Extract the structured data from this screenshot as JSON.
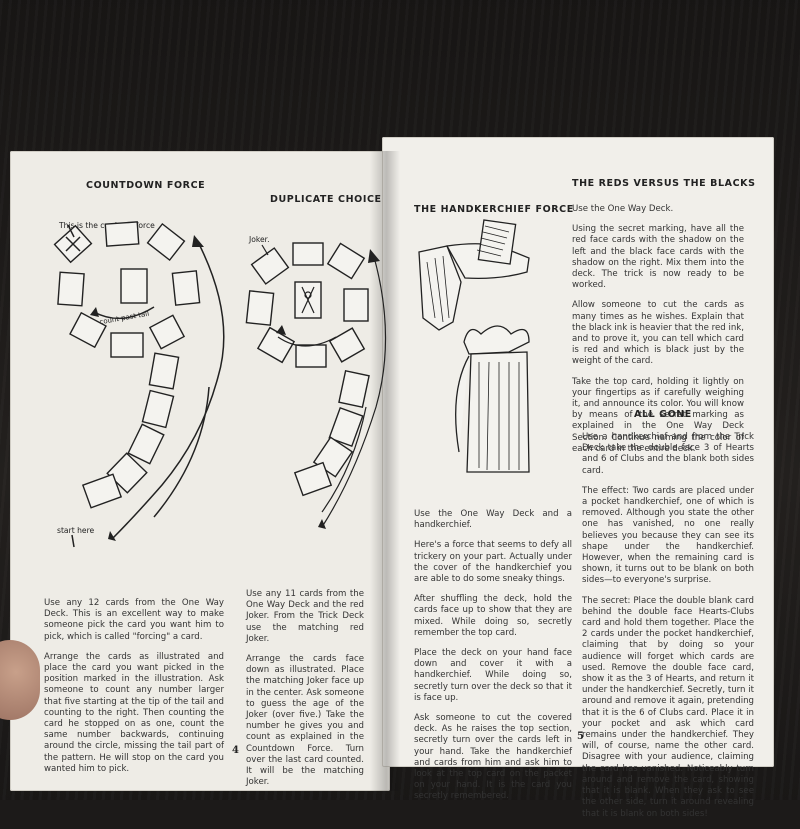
{
  "left_page": {
    "heading_countdown": "COUNTDOWN FORCE",
    "heading_duplicate": "DUPLICATE CHOICE",
    "label_force": "This is the card you force",
    "label_count": "count past tail",
    "label_start": "start here",
    "label_joker": "Joker.",
    "countdown_p1": "Use any 12 cards from the One Way Deck. This is an excellent way to make someone pick the card you want him to pick, which is called \"forcing\" a card.",
    "countdown_p2": "Arrange the cards as illustrated and place the card you want picked in the position marked in the illustration. Ask someone to count any number larger that five starting at the tip of the tail and counting to the right. Then counting the card he stopped on as one, count the same number backwards, continuing around the circle, missing the tail part of the pattern. He will stop on the card you wanted him to pick.",
    "duplicate_p1": "Use any 11 cards from the One Way Deck and the red Joker. From the Trick Deck use the matching red Joker.",
    "duplicate_p2": "Arrange the cards face down as illustrated. Place the matching Joker face up in the center. Ask someone to guess the age of the Joker (over five.) Take the number he gives you and count as explained in the Countdown Force. Turn over the last card counted. It will be the matching Joker.",
    "page_number": "4"
  },
  "right_page": {
    "heading_handkerchief": "THE HANDKERCHIEF FORCE",
    "heading_reds": "THE REDS VERSUS THE BLACKS",
    "heading_allgone": "ALL GONE",
    "hk_p1": "Use the One Way Deck and a handkerchief.",
    "hk_p2": "Here's a force that seems to defy all trickery on your part. Actually under the cover of the handkerchief you are able to do some sneaky things.",
    "hk_p3": "After shuffling the deck, hold the cards face up to show that they are mixed. While doing so, secretly remember the top card.",
    "hk_p4": "Place the deck on your hand face down and cover it with a handkerchief. While doing so, secretly turn over the deck so that it is face up.",
    "hk_p5": "Ask someone to cut the covered deck. As he raises the top section, secretly turn over the cards left in your hand. Take the handkerchief and cards from him and ask him to look at the top card on the packet on your hand. It is the card you secretly remembered.",
    "reds_p1": "Use the One Way Deck.",
    "reds_p2": "Using the secret marking, have all the red face cards with the shadow on the left and the black face cards with the shadow on the right. Mix them into the deck. The trick is now ready to be worked.",
    "reds_p3": "Allow someone to cut the cards as many times as he wishes. Explain that the black ink is heavier that the red ink, and to prove it, you can tell which card is red and which is black just by the weight of the card.",
    "reds_p4": "Take the top card, holding it lightly on your fingertips as if carefully weighing it, and announce its color. You will know by means of the secret marking as explained in the One Way Deck Section. Continue naming the color of each card in the entire deck.",
    "ag_p1": "Use a handkerchief and from the Trick Deck take the double face 3 of Hearts and 6 of Clubs and the blank both sides card.",
    "ag_p2": "The effect: Two cards are placed under a pocket handkerchief, one of which is removed. Although you state the other one has vanished, no one really believes you because they can see its shape under the handkerchief. However, when the remaining card is shown, it turns out to be blank on both sides—to everyone's surprise.",
    "ag_p3": "The secret: Place the double blank card behind the double face Hearts-Clubs card and hold them together. Place the 2 cards under the pocket handkerchief, claiming that by doing so your audience will forget which cards are used. Remove the double face card, show it as the 3 of Hearts, and return it under the handkerchief. Secretly, turn it around and remove it again, pretending that it is the 6 of Clubs card. Place it in your pocket and ask which card remains under the handkerchief. They will, of course, name the other card. Disagree with your audience, claiming the card has vanished. Noticeably turn around and remove the card, showing that it is blank. When they ask to see the other side, turn it around revealing that it is blank on both sides!",
    "page_number": "5"
  }
}
